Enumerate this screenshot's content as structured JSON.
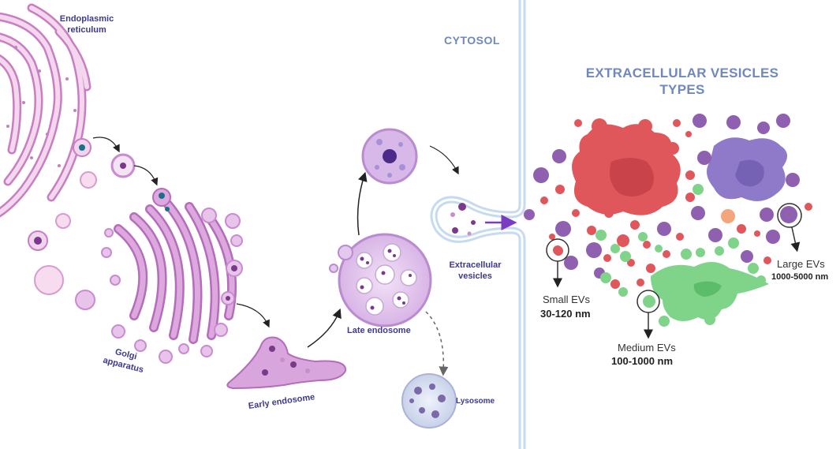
{
  "labels": {
    "er": [
      "Endoplasmic",
      "reticulum"
    ],
    "golgi": [
      "Golgi",
      "apparatus"
    ],
    "early_endosome": "Early endosome",
    "late_endosome": "Late endosome",
    "lysosome": "Lysosome",
    "extracellular_vesicles": [
      "Extracellular",
      "vesicles"
    ],
    "cytosol": "CYTOSOL",
    "ev_types_title": [
      "EXTRACELLULAR VESICLES",
      "TYPES"
    ],
    "small_evs": {
      "name": "Small EVs",
      "range": "30-120 nm"
    },
    "medium_evs": {
      "name": "Medium EVs",
      "range": "100-1000 nm"
    },
    "large_evs": {
      "name": "Large EVs",
      "range": "1000-5000 nm"
    }
  },
  "colors": {
    "er_pink": "#e9b8de",
    "golgi_purple": "#c98bd0",
    "endosome_lilac": "#d9b8e8",
    "membrane_blue": "#c6daf0",
    "ev_red": "#e0575b",
    "ev_purple": "#8f79c9",
    "ev_green": "#7fd48a",
    "ev_orange": "#f3a57c",
    "label_navy": "#3d3a8c",
    "title_blue": "#6f88bf"
  }
}
